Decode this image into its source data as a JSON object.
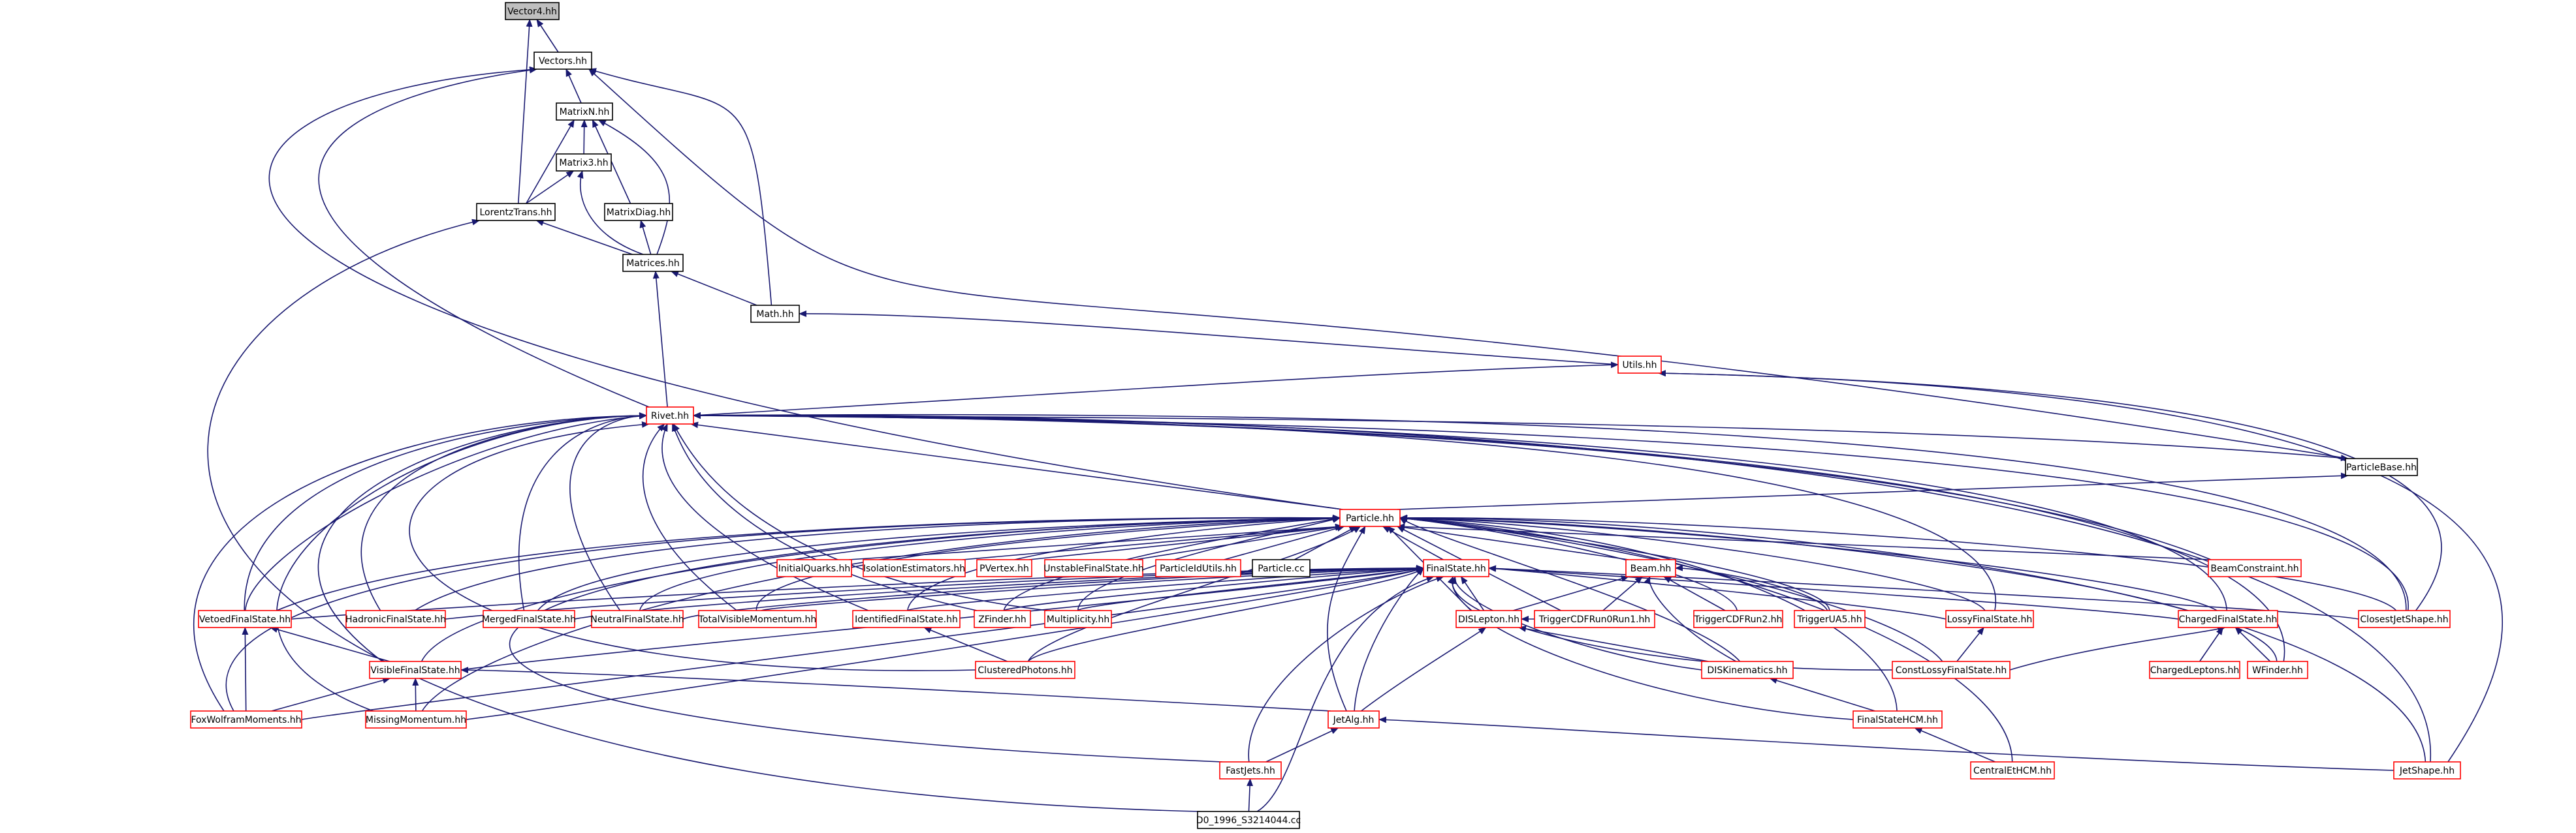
{
  "diagram": {
    "colors": {
      "edge": "#191970",
      "file_border": "#000000",
      "red_border": "#ff0000",
      "root_fill": "#bfbfbf",
      "node_fill": "#ffffff"
    },
    "nodes": [
      {
        "id": "vector4",
        "label": "Vector4.hh",
        "style": "root"
      },
      {
        "id": "vectors",
        "label": "Vectors.hh",
        "style": "file"
      },
      {
        "id": "matrixn",
        "label": "MatrixN.hh",
        "style": "file"
      },
      {
        "id": "matrix3",
        "label": "Matrix3.hh",
        "style": "file"
      },
      {
        "id": "lorentztrans",
        "label": "LorentzTrans.hh",
        "style": "file"
      },
      {
        "id": "matrixdiag",
        "label": "MatrixDiag.hh",
        "style": "file"
      },
      {
        "id": "matrices",
        "label": "Matrices.hh",
        "style": "file"
      },
      {
        "id": "math",
        "label": "Math.hh",
        "style": "file"
      },
      {
        "id": "utils",
        "label": "Utils.hh",
        "style": "red"
      },
      {
        "id": "rivet",
        "label": "Rivet.hh",
        "style": "red"
      },
      {
        "id": "particlebase",
        "label": "ParticleBase.hh",
        "style": "file"
      },
      {
        "id": "particle",
        "label": "Particle.hh",
        "style": "red"
      },
      {
        "id": "initialquarks",
        "label": "InitialQuarks.hh",
        "style": "red"
      },
      {
        "id": "isolationestimators",
        "label": "IsolationEstimators.hh",
        "style": "red"
      },
      {
        "id": "pvertex",
        "label": "PVertex.hh",
        "style": "red"
      },
      {
        "id": "unstablefinalstate",
        "label": "UnstableFinalState.hh",
        "style": "red"
      },
      {
        "id": "particleidutils",
        "label": "ParticleIdUtils.hh",
        "style": "red"
      },
      {
        "id": "particlecc",
        "label": "Particle.cc",
        "style": "file"
      },
      {
        "id": "finalstate",
        "label": "FinalState.hh",
        "style": "red"
      },
      {
        "id": "beam",
        "label": "Beam.hh",
        "style": "red"
      },
      {
        "id": "beamconstraint",
        "label": "BeamConstraint.hh",
        "style": "red"
      },
      {
        "id": "vetoedfinalstate",
        "label": "VetoedFinalState.hh",
        "style": "red"
      },
      {
        "id": "hadronicfinalstate",
        "label": "HadronicFinalState.hh",
        "style": "red"
      },
      {
        "id": "mergedfinalstate",
        "label": "MergedFinalState.hh",
        "style": "red"
      },
      {
        "id": "neutralfinalstate",
        "label": "NeutralFinalState.hh",
        "style": "red"
      },
      {
        "id": "totalvisiblemomentum",
        "label": "TotalVisibleMomentum.hh",
        "style": "red"
      },
      {
        "id": "identifiedfinalstate",
        "label": "IdentifiedFinalState.hh",
        "style": "red"
      },
      {
        "id": "zfinder",
        "label": "ZFinder.hh",
        "style": "red"
      },
      {
        "id": "multiplicity",
        "label": "Multiplicity.hh",
        "style": "red"
      },
      {
        "id": "dislepton",
        "label": "DISLepton.hh",
        "style": "red"
      },
      {
        "id": "triggercdfrun0run1",
        "label": "TriggerCDFRun0Run1.hh",
        "style": "red"
      },
      {
        "id": "triggercdfrun2",
        "label": "TriggerCDFRun2.hh",
        "style": "red"
      },
      {
        "id": "triggerua5",
        "label": "TriggerUA5.hh",
        "style": "red"
      },
      {
        "id": "lossyfinalstate",
        "label": "LossyFinalState.hh",
        "style": "red"
      },
      {
        "id": "chargedfinalstate",
        "label": "ChargedFinalState.hh",
        "style": "red"
      },
      {
        "id": "closestjetshape",
        "label": "ClosestJetShape.hh",
        "style": "red"
      },
      {
        "id": "visiblefinalstate",
        "label": "VisibleFinalState.hh",
        "style": "red"
      },
      {
        "id": "clusteredphotons",
        "label": "ClusteredPhotons.hh",
        "style": "red"
      },
      {
        "id": "constlossyfinalstate",
        "label": "ConstLossyFinalState.hh",
        "style": "red"
      },
      {
        "id": "dijkinematics",
        "label": "DISKinematics.hh",
        "style": "red"
      },
      {
        "id": "chargedleptons",
        "label": "ChargedLeptons.hh",
        "style": "red"
      },
      {
        "id": "wfinder",
        "label": "WFinder.hh",
        "style": "red"
      },
      {
        "id": "foxwolframmoments",
        "label": "FoxWolframMoments.hh",
        "style": "red"
      },
      {
        "id": "missingmomentum",
        "label": "MissingMomentum.hh",
        "style": "red"
      },
      {
        "id": "jetalg",
        "label": "JetAlg.hh",
        "style": "red"
      },
      {
        "id": "finalstatehcm",
        "label": "FinalStateHCM.hh",
        "style": "red"
      },
      {
        "id": "centraletcm",
        "label": "CentralEtHCM.hh",
        "style": "red"
      },
      {
        "id": "fastjets",
        "label": "FastJets.hh",
        "style": "red"
      },
      {
        "id": "jetshape",
        "label": "JetShape.hh",
        "style": "red"
      },
      {
        "id": "d0_1996",
        "label": "D0_1996_S3214044.cc",
        "style": "file"
      }
    ]
  }
}
